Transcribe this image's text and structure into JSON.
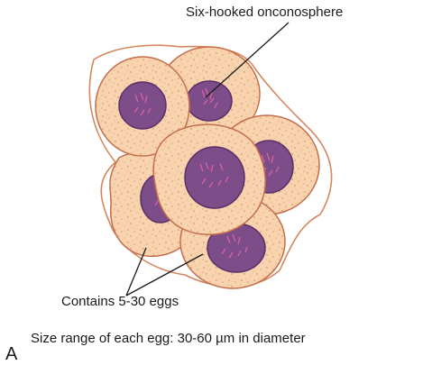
{
  "labels": {
    "oncosphere": "Six-hooked onconosphere",
    "eggs_count": "Contains 5-30 eggs",
    "size_range": "Size range of each egg: 30-60 µm in diameter",
    "panel_letter": "A"
  },
  "colors": {
    "egg_fill": "#f8d3ad",
    "egg_outline": "#c46e4b",
    "capsule_outline": "#d6875e",
    "oncosphere_fill": "#7d4d8a",
    "oncosphere_outline": "#5a2f68",
    "hook_color": "#e061a6",
    "speckle_color": "#b8825e",
    "leader_line": "#1a1a1a"
  },
  "icons": {
    "egg": "egg-icon",
    "oncosphere": "oncosphere-icon",
    "hook": "hook-icon"
  }
}
